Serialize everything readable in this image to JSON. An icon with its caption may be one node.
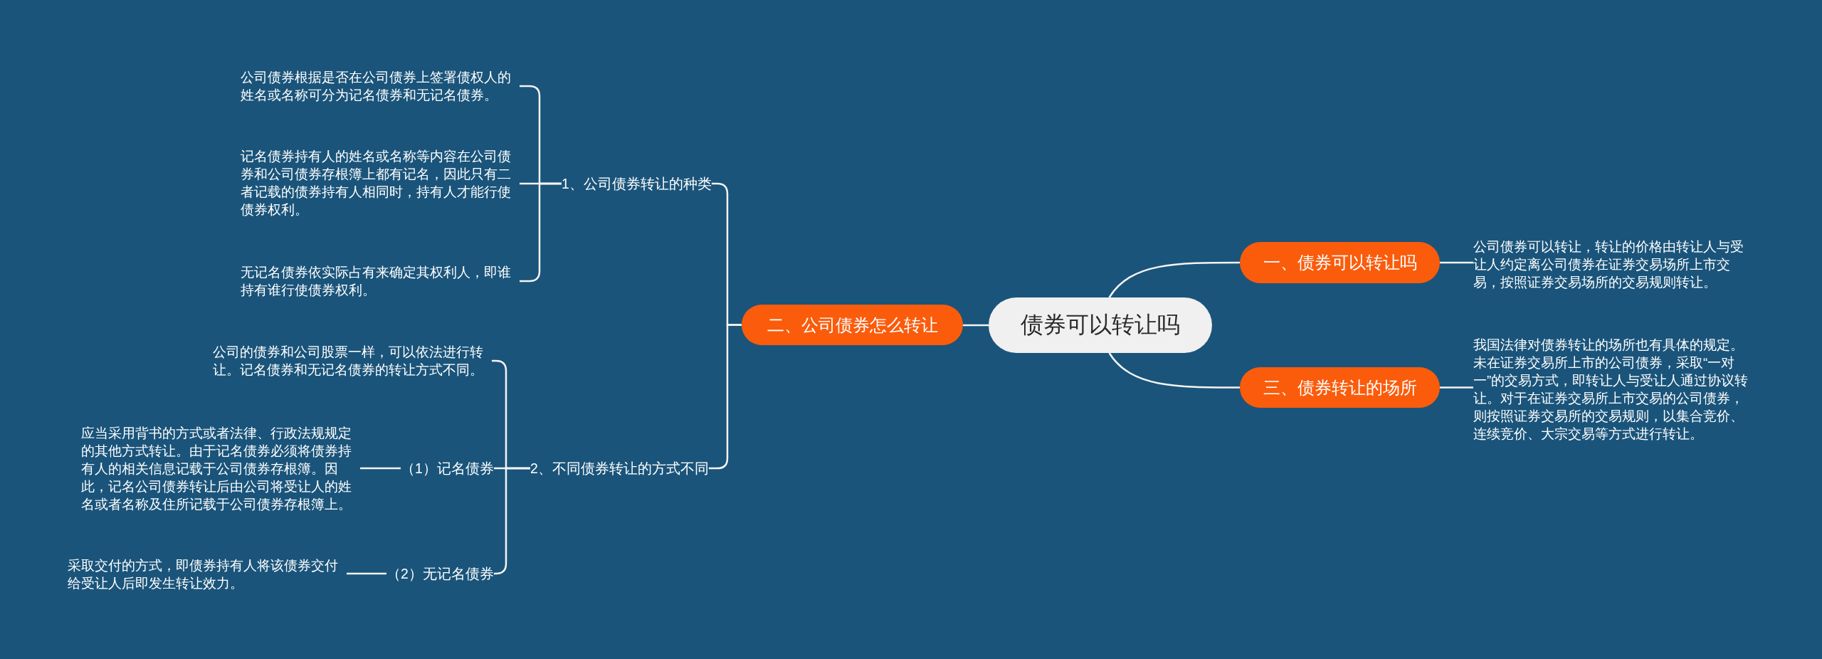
{
  "diagram": {
    "nodes": [
      {
        "text": [
          "债券可以转让吗"
        ]
      },
      {
        "text": [
          "一、债券可以转让吗"
        ]
      },
      {
        "text": [
          "公司债券可以转让，转让的价格由转让人与受让人约定离公司债券在证券交易场所上市交易，按照证券交易场所的交易规则转让。"
        ]
      },
      {
        "text": [
          "二、公司债券怎么转让"
        ]
      },
      {
        "text": [
          "1、公司债券转让的种类"
        ]
      },
      {
        "text": [
          "公司债券根据是否在公司债券上签署债权人的姓名或名称可分为记名债券和无记名债券。"
        ]
      },
      {
        "text": [
          "记名债券持有人的姓名或名称等内容在公司债券和公司债券存根簿上都有记名，因此只有二者记载的债券持有人相同时，持有人才能行使债券权利。"
        ]
      },
      {
        "text": [
          "无记名债券依实际占有来确定其权利人，即谁持有谁行使债券权利。"
        ]
      },
      {
        "text": [
          "2、不同债券转让的方式不同"
        ]
      },
      {
        "text": [
          "公司的债券和公司股票一样，可以依法进行转让。记名债券和无记名债券的转让方式不同。"
        ]
      },
      {
        "text": [
          "（1）记名债券"
        ]
      },
      {
        "text": [
          "应当采用背书的方式或者法律、行政法规规定的其他方式转让。由于记名债券必须将债券持有人的相关信息记载于公司债券存根簿。因此，记名公司债券转让后由公司将受让人的姓名或者名称及住所记载于公司债券存根簿上。"
        ]
      },
      {
        "text": [
          "（2）无记名债券"
        ]
      },
      {
        "text": [
          "采取交付的方式，即债券持有人将该债券交付给受让人后即发生转让效力。"
        ]
      },
      {
        "text": [
          "三、债券转让的场所"
        ]
      },
      {
        "text": [
          "我国法律对债券转让的场所也有具体的规定。未在证券交易所上市的公司债券，采取“一对一”的交易方式，即转让人与受让人通过协议转让。对于在证券交易所上市交易的公司债券，则按照证券交易所的交易规则，以集合竞价、连续竞价、大宗交易等方式进行转让。"
        ]
      }
    ],
    "edges": [
      {
        "from": 0,
        "to": 1,
        "arrow": "none"
      },
      {
        "from": 1,
        "to": 2,
        "arrow": "none"
      },
      {
        "from": 0,
        "to": 3,
        "arrow": "none"
      },
      {
        "from": 3,
        "to": 4,
        "arrow": "none"
      },
      {
        "from": 4,
        "to": 5,
        "arrow": "none"
      },
      {
        "from": 4,
        "to": 6,
        "arrow": "none"
      },
      {
        "from": 4,
        "to": 7,
        "arrow": "none"
      },
      {
        "from": 3,
        "to": 8,
        "arrow": "none"
      },
      {
        "from": 8,
        "to": 9,
        "arrow": "none"
      },
      {
        "from": 8,
        "to": 10,
        "arrow": "none"
      },
      {
        "from": 10,
        "to": 11,
        "arrow": "none"
      },
      {
        "from": 8,
        "to": 12,
        "arrow": "none"
      },
      {
        "from": 12,
        "to": 13,
        "arrow": "none"
      },
      {
        "from": 0,
        "to": 14,
        "arrow": "none"
      },
      {
        "from": 14,
        "to": 15,
        "arrow": "none"
      }
    ]
  }
}
